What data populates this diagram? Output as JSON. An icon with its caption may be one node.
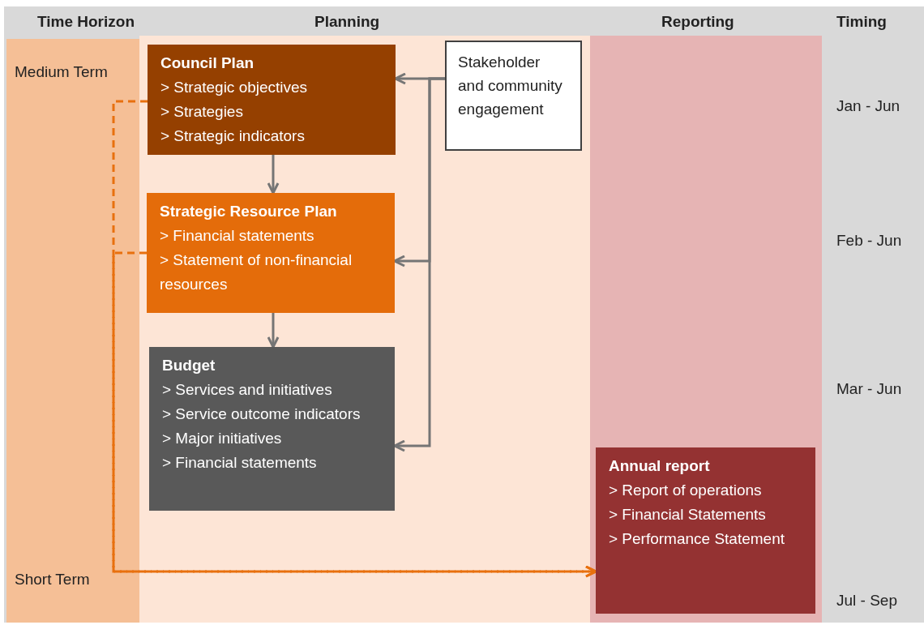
{
  "diagram": {
    "nodes": [
      {
        "text": [
          "Council Plan",
          "> Strategic objectives",
          "> Strategies",
          "> Strategic indicators"
        ]
      },
      {
        "text": [
          "Strategic Resource Plan",
          "> Financial statements",
          "> Statement of non-financial resources"
        ]
      },
      {
        "text": [
          "Budget",
          "> Services and initiatives",
          "> Service outcome indicators",
          "> Major initiatives",
          "> Financial statements"
        ]
      },
      {
        "text": [
          "Stakeholder and community engagement"
        ]
      },
      {
        "text": [
          "Annual report",
          "> Report of operations",
          "> Financial Statements",
          "> Performance Statement"
        ]
      }
    ],
    "edges": [
      {
        "from": 0,
        "to": 1,
        "arrow": "to"
      },
      {
        "from": 1,
        "to": 2,
        "arrow": "to"
      },
      {
        "from": 3,
        "to": 0,
        "arrow": "to"
      },
      {
        "from": 3,
        "to": 1,
        "arrow": "to"
      },
      {
        "from": 3,
        "to": 2,
        "arrow": "to"
      },
      {
        "from": 0,
        "to": 4,
        "arrow": "to",
        "style": "dashed",
        "color": "#e8700e"
      },
      {
        "from": 1,
        "to": 4,
        "arrow": "to",
        "style": "dashed",
        "color": "#e8700e"
      }
    ],
    "labels": [
      "Time Horizon",
      "Planning",
      "Reporting",
      "Timing",
      "Medium Term",
      "Jan - Jun",
      "Feb - Jun",
      "Mar - Jun",
      "Short Term",
      "Jul - Sep"
    ]
  }
}
